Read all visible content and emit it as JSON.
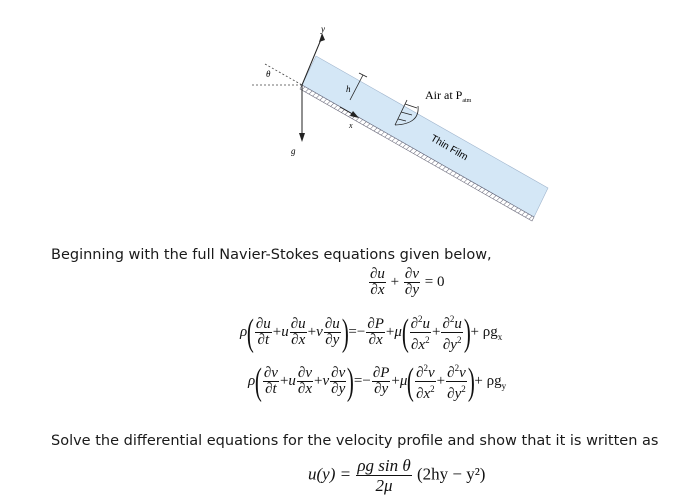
{
  "diagram": {
    "axis_y": "y",
    "axis_x": "x",
    "angle": "θ",
    "thickness": "h",
    "gravity": "g",
    "air_label": "Air at P",
    "air_label_sub": "atm",
    "film_label": "Thin Film",
    "colors": {
      "film": "#d4e7f6",
      "wall": "#7a8aa0"
    }
  },
  "text": {
    "intro": "Beginning with the full Navier-Stokes equations given below,",
    "task": "Solve the differential equations for the velocity profile and show that it is written as"
  },
  "equations": {
    "continuity_rhs": "= 0",
    "rho": "ρ",
    "mu": "μ",
    "x_gravity": "+ ρg",
    "x_gravity_sub": "x",
    "y_gravity": "+ ρg",
    "y_gravity_sub": "y",
    "result_lhs": "u(y) =",
    "result_num": "ρg sin θ",
    "result_den": "2μ",
    "result_rhs": "(2hy − y²)"
  }
}
